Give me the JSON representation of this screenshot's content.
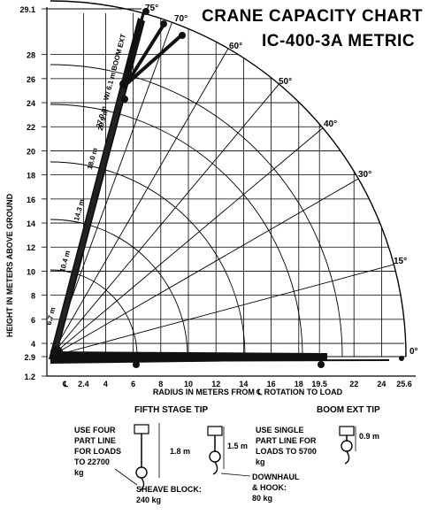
{
  "title": "CRANE CAPACITY CHART",
  "model": "IC-400-3A METRIC",
  "y_axis_label": "HEIGHT IN METERS ABOVE GROUND",
  "x_axis_label": "RADIUS IN METERS FROM ℄ ROTATION TO LOAD",
  "y_ticks": [
    "1.2",
    "2.9",
    "4",
    "6",
    "8",
    "10",
    "12",
    "14",
    "16",
    "18",
    "20",
    "22",
    "24",
    "26",
    "28",
    "29.1"
  ],
  "x_ticks": [
    "℄",
    "2.4",
    "4",
    "6",
    "8",
    "10",
    "12",
    "14",
    "16",
    "18",
    "19.5",
    "22",
    "24",
    "25.6"
  ],
  "angle_labels": [
    "0°",
    "15°",
    "30°",
    "40°",
    "50°",
    "60°",
    "70°",
    "75°"
  ],
  "boom_lengths": [
    "6.7 m",
    "10.4 m",
    "14.3 m",
    "18.0 m",
    "20.9 m",
    "27.0 m - W/ 6.1 m BOOM EXT"
  ],
  "sections": {
    "fifth_stage_tip": "FIFTH STAGE TIP",
    "boom_ext_tip": "BOOM EXT TIP"
  },
  "notes": {
    "four_part_l1": "USE FOUR",
    "four_part_l2": "PART LINE",
    "four_part_l3": "FOR LOADS",
    "four_part_l4": "TO 22700",
    "four_part_l5": "kg",
    "dim_1": "1.8 m",
    "dim_2": "1.5 m",
    "single_l1": "USE SINGLE",
    "single_l2": "PART LINE FOR",
    "single_l3": "LOADS TO 5700",
    "single_l4": "kg",
    "dim_3": "0.9 m",
    "sheave_l1": "SHEAVE BLOCK:",
    "sheave_l2": "240 kg",
    "downhaul_l1": "DOWNHAUL",
    "downhaul_l2": "& HOOK:",
    "downhaul_l3": "80 kg"
  }
}
